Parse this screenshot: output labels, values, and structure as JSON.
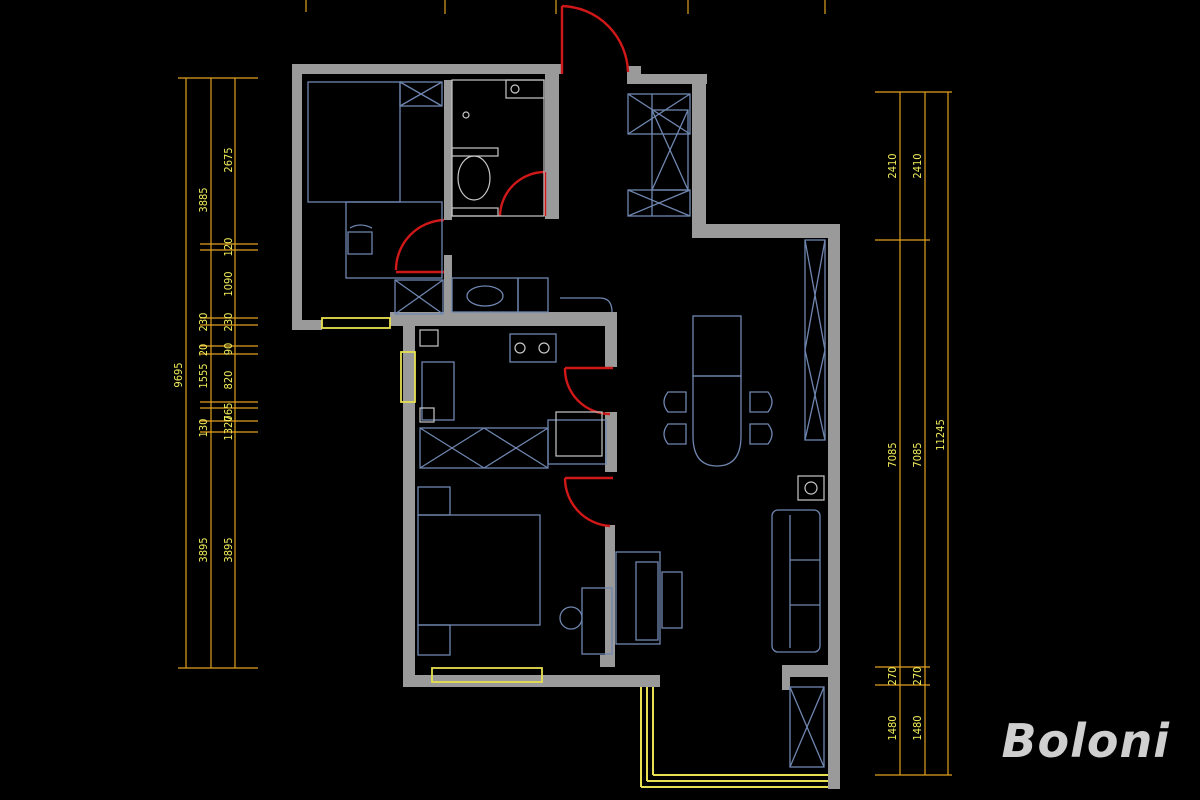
{
  "brand": {
    "logo_text": "Boloni"
  },
  "colors": {
    "background": "#000000",
    "wall": "#9a9a9a",
    "dimension": "#e0a020",
    "dimension_text": "#f2ee5a",
    "door": "#d01818",
    "window": "#e8e050",
    "furniture": "#6f86b0",
    "fixture": "#c8c8c8"
  },
  "dimensions": {
    "left_overall": "9695",
    "left_upper": "3885",
    "left_lower": "3895",
    "left_lower_b": "3895",
    "left_segments": [
      "2675",
      "120",
      "1090",
      "230",
      "230",
      "1555",
      "90",
      "820",
      "20",
      "130",
      "765",
      "1320"
    ],
    "right_overall": "11245",
    "right_upper": "2410",
    "right_upper_b": "2410",
    "right_middle": "7085",
    "right_middle_b": "7085",
    "right_small": "270",
    "right_small_b": "270",
    "right_bottom": "1480",
    "right_bottom_b": "1480"
  }
}
